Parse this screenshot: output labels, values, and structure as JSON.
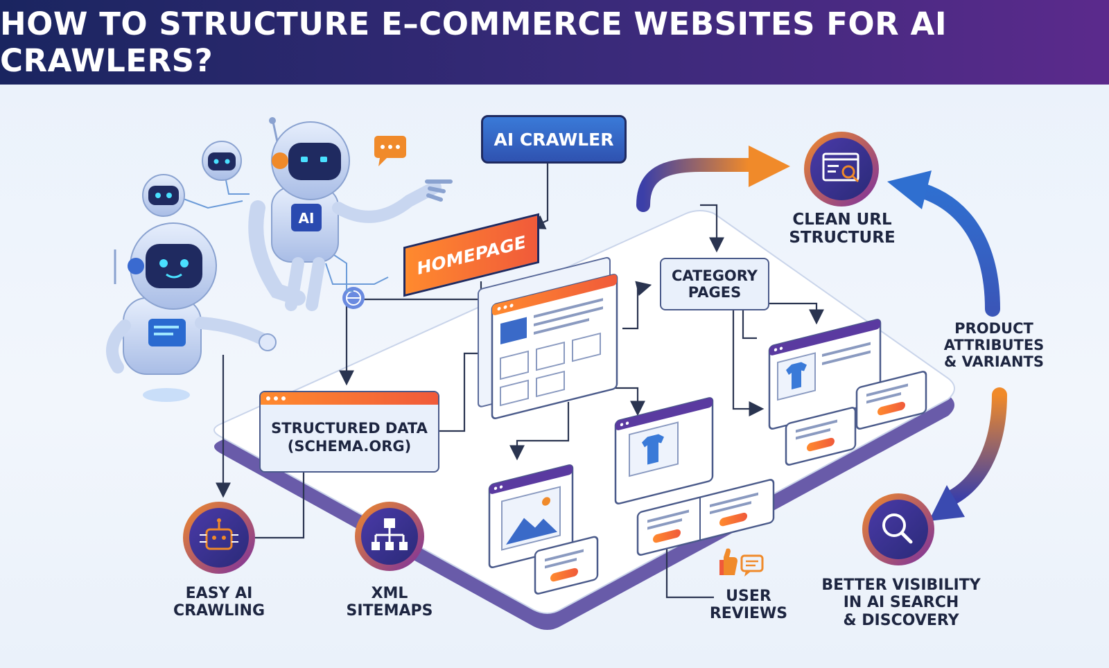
{
  "title": "HOW TO STRUCTURE E–COMMERCE WEBSITES FOR AI CRAWLERS?",
  "nodes": {
    "ai_crawler": "AI CRAWLER",
    "homepage": "HOMEPAGE",
    "category_pages": [
      "CATEGORY",
      "PAGES"
    ],
    "structured_data": [
      "STRUCTURED DATA",
      "(SCHEMA.ORG)"
    ],
    "robot_chest_label": "AI"
  },
  "features": {
    "clean_url": [
      "CLEAN URL",
      "STRUCTURE"
    ],
    "product_attributes": [
      "PRODUCT",
      "ATTRIBUTES",
      "& VARIANTS"
    ],
    "better_visibility": [
      "BETTER VISIBILITY",
      "IN AI SEARCH",
      "& DISCOVERY"
    ],
    "easy_crawling": [
      "EASY AI",
      "CRAWLING"
    ],
    "xml_sitemaps": [
      "XML",
      "SITEMAPS"
    ],
    "user_reviews": [
      "USER",
      "REVIEWS"
    ]
  },
  "icons": {
    "clean_url": "browser-search-icon",
    "better_visibility": "magnifier-icon",
    "easy_crawling": "robot-chip-icon",
    "xml_sitemaps": "sitemap-icon",
    "user_reviews": "thumbs-up-chat-icon"
  },
  "colors": {
    "title_bg_start": "#1a2560",
    "title_bg_end": "#5b2a8c",
    "accent_orange": "#f47a2a",
    "accent_purple": "#5a3aa0",
    "accent_blue": "#2f5fc4",
    "line": "#2a3450"
  }
}
